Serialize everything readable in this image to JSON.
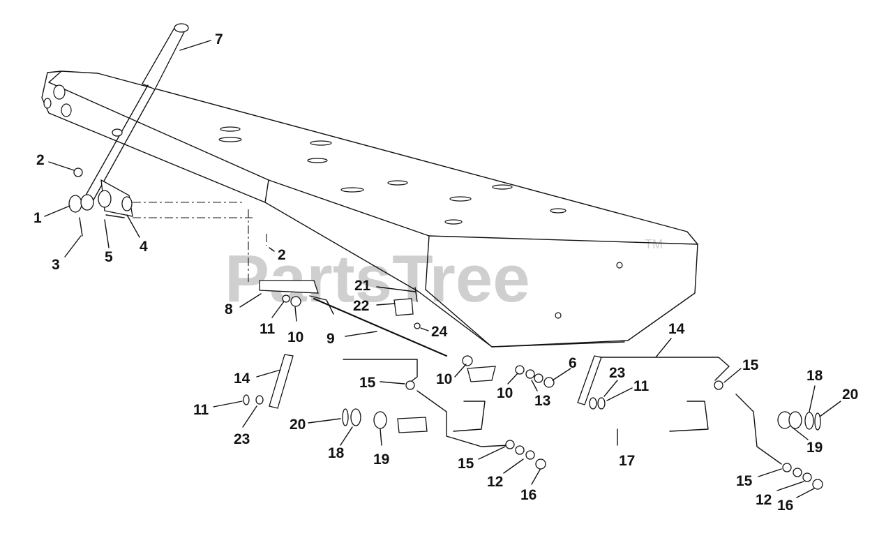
{
  "watermark": {
    "text": "PartsTree",
    "tm": "TM"
  },
  "callouts": [
    {
      "n": "7"
    },
    {
      "n": "2"
    },
    {
      "n": "1"
    },
    {
      "n": "3"
    },
    {
      "n": "5"
    },
    {
      "n": "4"
    },
    {
      "n": "2"
    },
    {
      "n": "21"
    },
    {
      "n": "22"
    },
    {
      "n": "8"
    },
    {
      "n": "11"
    },
    {
      "n": "10"
    },
    {
      "n": "24"
    },
    {
      "n": "9"
    },
    {
      "n": "14"
    },
    {
      "n": "10"
    },
    {
      "n": "10"
    },
    {
      "n": "13"
    },
    {
      "n": "6"
    },
    {
      "n": "23"
    },
    {
      "n": "11"
    },
    {
      "n": "14"
    },
    {
      "n": "15"
    },
    {
      "n": "15"
    },
    {
      "n": "18"
    },
    {
      "n": "20"
    },
    {
      "n": "11"
    },
    {
      "n": "23"
    },
    {
      "n": "20"
    },
    {
      "n": "18"
    },
    {
      "n": "19"
    },
    {
      "n": "15"
    },
    {
      "n": "12"
    },
    {
      "n": "16"
    },
    {
      "n": "17"
    },
    {
      "n": "19"
    },
    {
      "n": "15"
    },
    {
      "n": "12"
    },
    {
      "n": "16"
    }
  ]
}
